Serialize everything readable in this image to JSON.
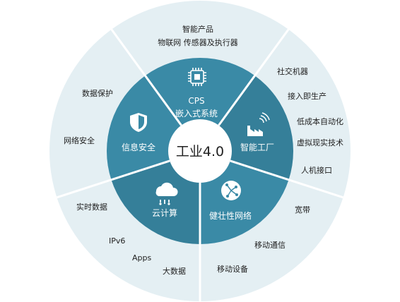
{
  "center": {
    "label": "工业4.0"
  },
  "colors": {
    "outer_ring": "#e4eff3",
    "inner_ring": "#3a8aa6",
    "inner_ring_alt": "#357f99",
    "separator": "#ffffff",
    "center_fill": "#ffffff",
    "icon": "#ffffff",
    "outer_text": "#222222",
    "inner_text": "#ffffff"
  },
  "segments": [
    {
      "id": "cps",
      "icon": "chip-icon",
      "title_lines": [
        "CPS",
        "嵌入式系统"
      ],
      "outer_items": [
        "智能产品",
        "物联网 传感器及执行器"
      ]
    },
    {
      "id": "factory",
      "icon": "factory-icon",
      "title_lines": [
        "智能工厂"
      ],
      "outer_items": [
        "社交机器",
        "接入即生产",
        "低成本自动化",
        "虚拟现实技术",
        "人机接口"
      ]
    },
    {
      "id": "network",
      "icon": "globe-network-icon",
      "title_lines": [
        "健壮性网络"
      ],
      "outer_items": [
        "宽带",
        "移动通信",
        "移动设备"
      ]
    },
    {
      "id": "cloud",
      "icon": "cloud-icon",
      "title_lines": [
        "云计算"
      ],
      "outer_items": [
        "实时数据",
        "IPv6",
        "Apps",
        "大数据"
      ]
    },
    {
      "id": "security",
      "icon": "shield-icon",
      "title_lines": [
        "信息安全"
      ],
      "outer_items": [
        "数据保护",
        "网络安全"
      ]
    }
  ]
}
